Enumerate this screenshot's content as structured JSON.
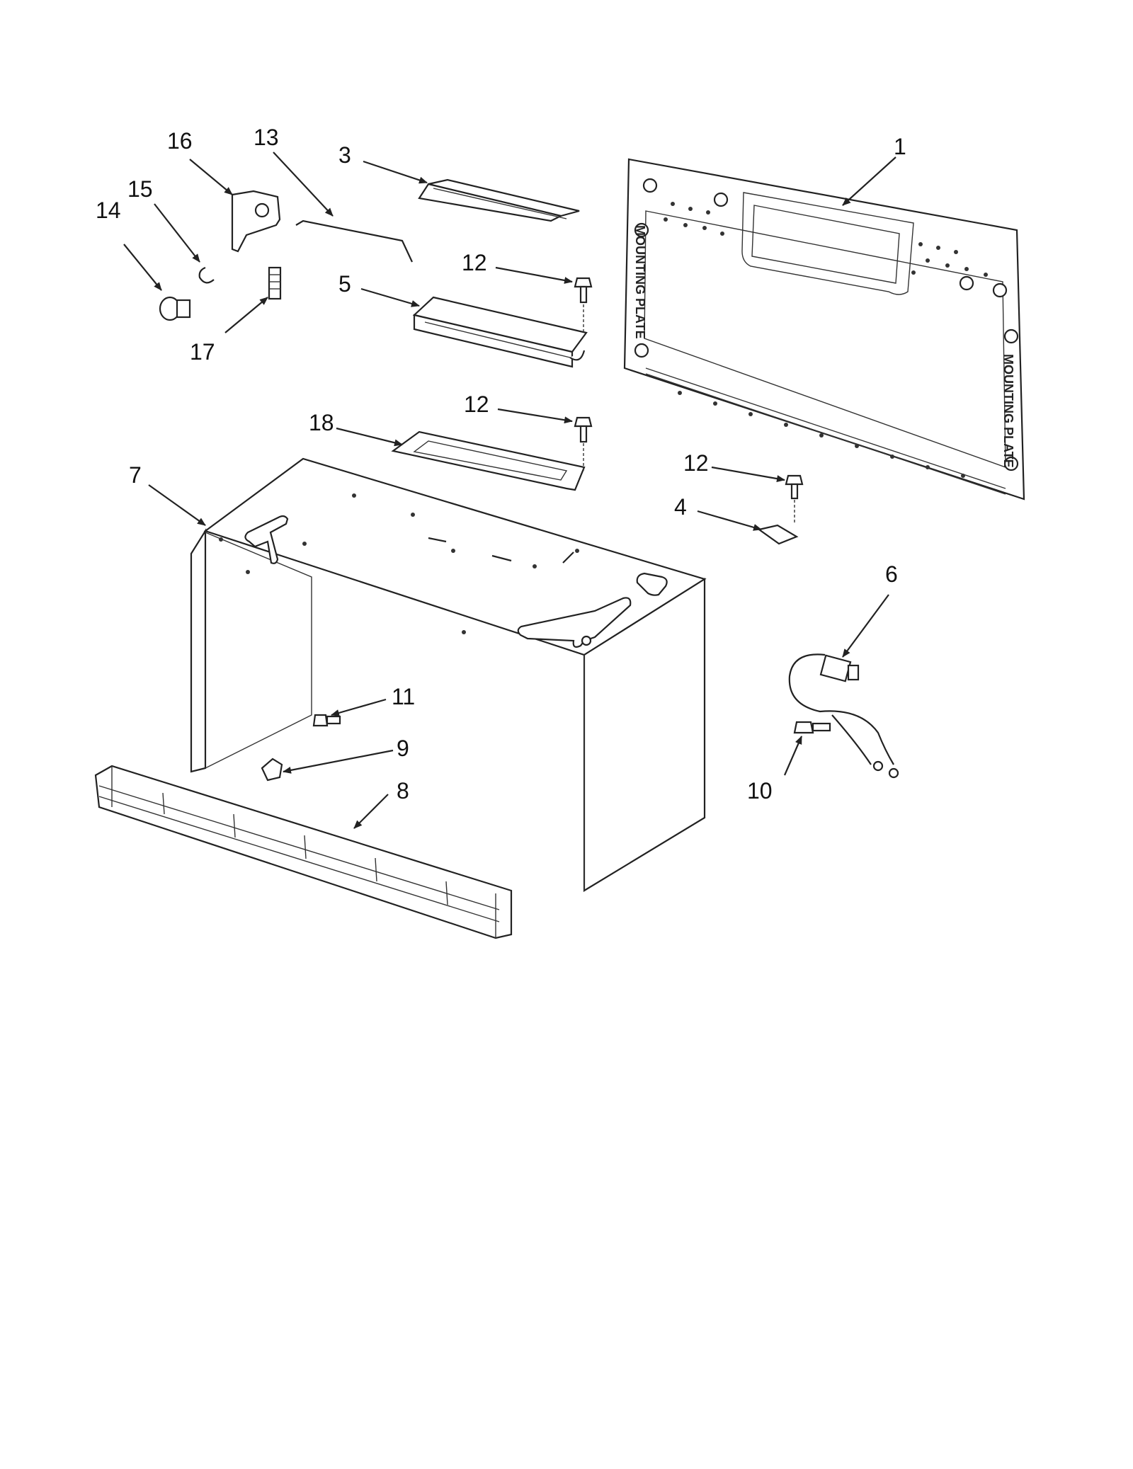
{
  "diagram": {
    "callouts": {
      "c1": "1",
      "c3": "3",
      "c4": "4",
      "c5": "5",
      "c6": "6",
      "c7": "7",
      "c8": "8",
      "c9": "9",
      "c10": "10",
      "c11": "11",
      "c12a": "12",
      "c12b": "12",
      "c12c": "12",
      "c13": "13",
      "c14": "14",
      "c15": "15",
      "c16": "16",
      "c17": "17",
      "c18": "18"
    },
    "plate_labels": {
      "left": "MOUNTING PLATE",
      "right": "MOUNTING PLATE"
    }
  }
}
